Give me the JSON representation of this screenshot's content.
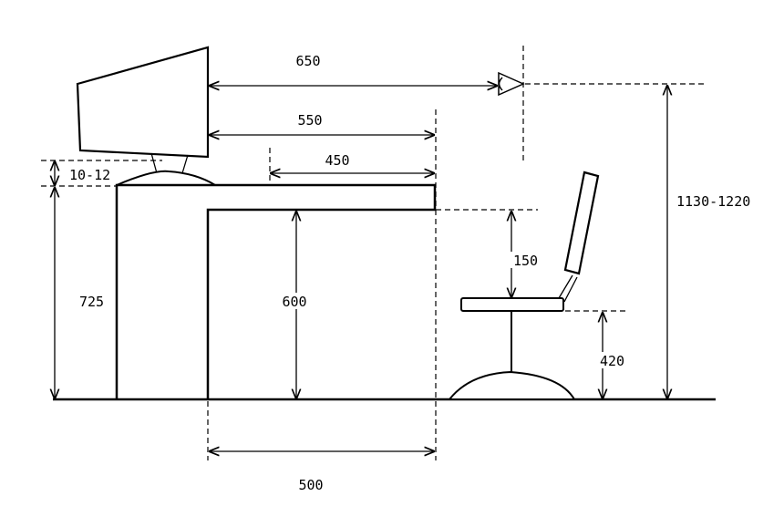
{
  "dimensions": {
    "eye_distance": "650",
    "monitor_to_desk_edge": "550",
    "keyboard_depth": "450",
    "monitor_offset": "10-12",
    "desk_height": "725",
    "knee_height": "600",
    "seat_to_desk": "150",
    "eye_height": "1130-1220",
    "seat_height": "420",
    "leg_space": "500"
  },
  "colors": {
    "line": "#000000",
    "background": "#ffffff"
  }
}
